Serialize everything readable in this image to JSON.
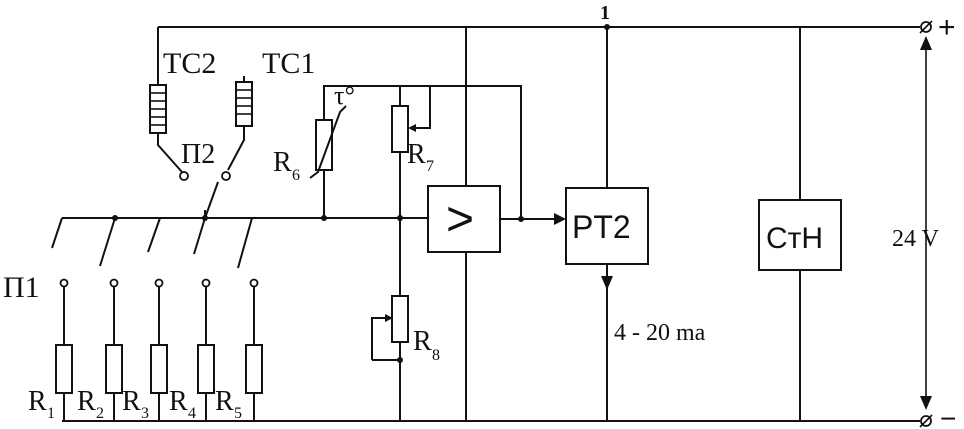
{
  "labels": {
    "node_1": "1",
    "tc2": "TC2",
    "tc1": "TC1",
    "switch_p2": "П2",
    "switch_p1": "П1",
    "tau": "τ°",
    "r6": "R",
    "r6_sub": "6",
    "r7": "R",
    "r7_sub": "7",
    "r8": "R",
    "r8_sub": "8",
    "r1": "R",
    "r1_sub": "1",
    "r2": "R",
    "r2_sub": "2",
    "r3": "R",
    "r3_sub": "3",
    "r4": "R",
    "r4_sub": "4",
    "r5": "R",
    "r5_sub": "5",
    "amplifier": ">",
    "pt2": "PT2",
    "stn": "СтН",
    "supply_voltage": "24 V",
    "current_range": "4  -  20 ma",
    "plus": "+",
    "minus": "−",
    "terminal_symbol": "⌀"
  },
  "colors": {
    "ink": "#111111",
    "background": "#ffffff"
  }
}
